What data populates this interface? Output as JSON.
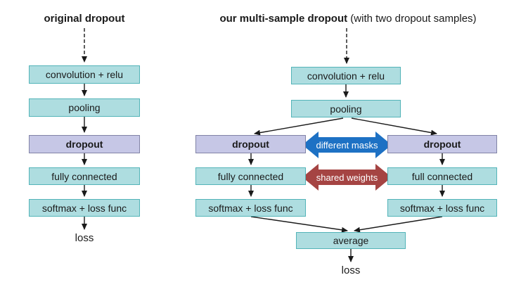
{
  "left": {
    "title": "original dropout",
    "conv": "convolution + relu",
    "pool": "pooling",
    "dropout": "dropout",
    "fc": "fully connected",
    "softmax": "softmax + loss func",
    "loss": "loss"
  },
  "right": {
    "title_bold": "our multi-sample dropout",
    "title_rest": "(with two dropout samples)",
    "conv": "convolution + relu",
    "pool": "pooling",
    "dropout_a": "dropout",
    "dropout_b": "dropout",
    "fc_a": "fully connected",
    "fc_b": "full connected",
    "softmax_a": "softmax + loss func",
    "softmax_b": "softmax + loss func",
    "average": "average",
    "loss": "loss",
    "masks_label": "different masks",
    "weights_label": "shared weights"
  },
  "colors": {
    "teal_fill": "#aedde0",
    "teal_border": "#53b4b8",
    "lav_fill": "#c6c7e6",
    "lav_border": "#8183a6",
    "arrow_blue": "#1d71c4",
    "arrow_red": "#a54443",
    "ink": "#1a1a1a"
  }
}
